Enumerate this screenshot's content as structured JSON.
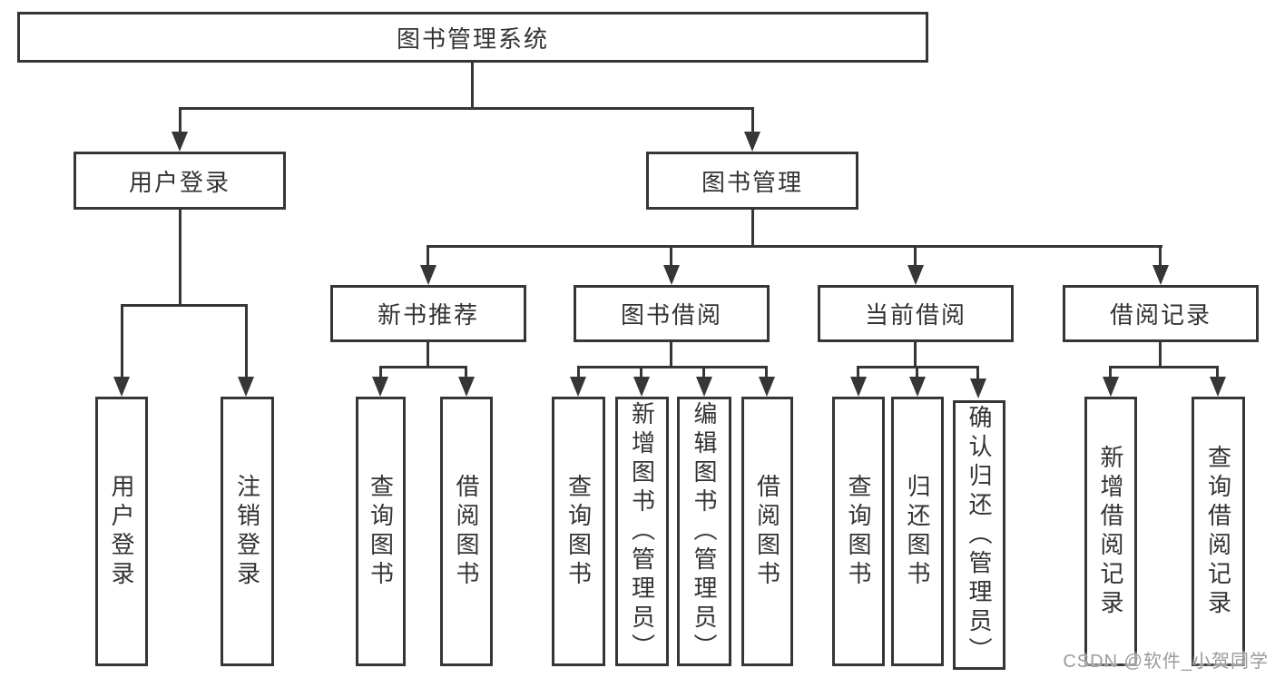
{
  "diagram": {
    "root": {
      "label": "图书管理系统"
    },
    "level2": [
      {
        "label": "用户登录"
      },
      {
        "label": "图书管理"
      }
    ],
    "level3": [
      {
        "label": "新书推荐"
      },
      {
        "label": "图书借阅"
      },
      {
        "label": "当前借阅"
      },
      {
        "label": "借阅记录"
      }
    ],
    "leaves": {
      "user_login": [
        {
          "label": "用户登录"
        },
        {
          "label": "注销登录"
        }
      ],
      "new_books": [
        {
          "label": "查询图书"
        },
        {
          "label": "借阅图书"
        }
      ],
      "book_borrow": [
        {
          "label": "查询图书"
        },
        {
          "label": "新增图书（管理员）"
        },
        {
          "label": "编辑图书（管理员）"
        },
        {
          "label": "借阅图书"
        }
      ],
      "current_borrow": [
        {
          "label": "查询图书"
        },
        {
          "label": "归还图书"
        },
        {
          "label": "确认归还（管理员）"
        }
      ],
      "borrow_records": [
        {
          "label": "新增借阅记录"
        },
        {
          "label": "查询借阅记录"
        }
      ]
    }
  },
  "watermark": {
    "text": "CSDN @软件_小贺同学"
  },
  "colors": {
    "line": "#363636",
    "text": "#333333",
    "watermark": "#9b9b9b",
    "background": "#ffffff"
  }
}
